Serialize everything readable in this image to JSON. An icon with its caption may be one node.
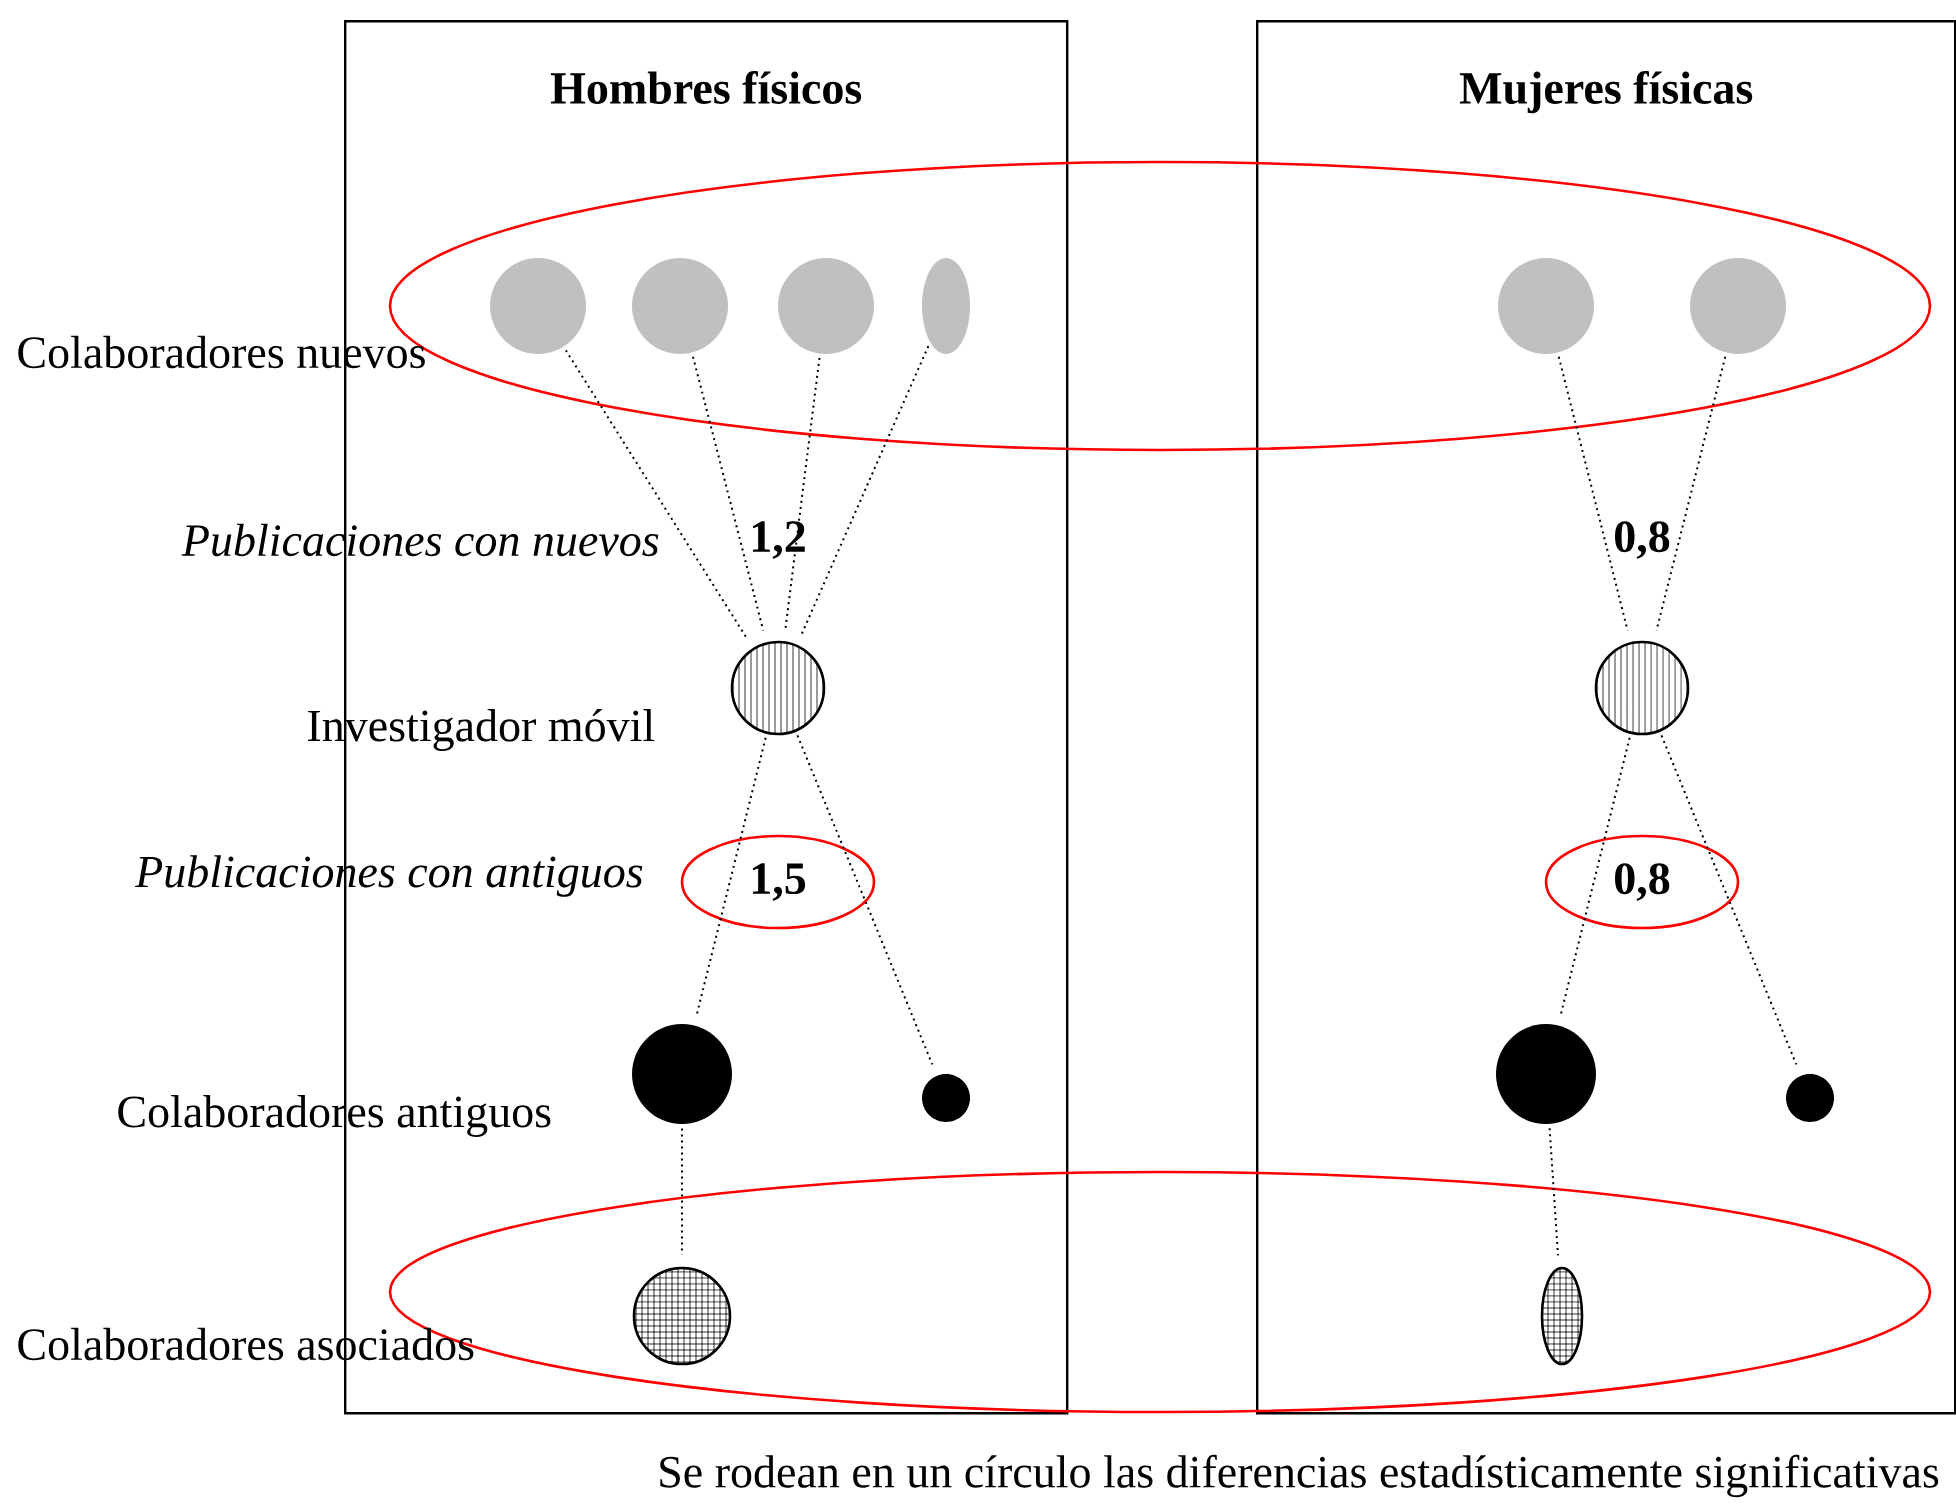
{
  "diagram": {
    "caption": "Se rodean en un círculo las diferencias estadísticamente significativas",
    "nodes": [
      {
        "text": [
          "Hombres físicos"
        ]
      },
      {
        "text": [
          "Mujeres físicas"
        ]
      },
      {
        "text": [],
        "shape": "circle",
        "in": 0
      },
      {
        "text": [],
        "shape": "circle",
        "in": 0
      },
      {
        "text": [],
        "shape": "circle",
        "in": 0
      },
      {
        "text": [],
        "shape": "circle",
        "in": 0
      },
      {
        "text": [],
        "shape": "circle",
        "in": 1
      },
      {
        "text": [],
        "shape": "circle",
        "in": 1
      },
      {
        "text": [],
        "shape": "circle",
        "in": 0
      },
      {
        "text": [],
        "shape": "circle",
        "in": 1
      },
      {
        "text": [],
        "shape": "circle",
        "in": 0
      },
      {
        "text": [],
        "shape": "circle",
        "in": 0
      },
      {
        "text": [],
        "shape": "circle",
        "in": 1
      },
      {
        "text": [],
        "shape": "circle",
        "in": 1
      },
      {
        "text": [],
        "shape": "circle",
        "in": 0
      },
      {
        "text": [],
        "shape": "circle",
        "in": 1
      }
    ],
    "edges": [
      {
        "from": 2,
        "to": 8,
        "arrow": "none"
      },
      {
        "from": 3,
        "to": 8,
        "arrow": "none"
      },
      {
        "from": 4,
        "to": 8,
        "arrow": "none"
      },
      {
        "from": 5,
        "to": 8,
        "arrow": "none"
      },
      {
        "from": 6,
        "to": 9,
        "arrow": "none"
      },
      {
        "from": 7,
        "to": 9,
        "arrow": "none"
      },
      {
        "from": 8,
        "to": 10,
        "arrow": "none"
      },
      {
        "from": 8,
        "to": 11,
        "arrow": "none"
      },
      {
        "from": 9,
        "to": 12,
        "arrow": "none"
      },
      {
        "from": 9,
        "to": 13,
        "arrow": "none"
      },
      {
        "from": 10,
        "to": 14,
        "arrow": "none"
      },
      {
        "from": 12,
        "to": 15,
        "arrow": "none"
      }
    ],
    "labels": [
      "Colaboradores nuevos",
      "Publicaciones con nuevos",
      "1,2",
      "0,8",
      "Investigador móvil",
      "Publicaciones con antiguos",
      "1,5",
      "0,8",
      "Colaboradores antiguos",
      "Colaboradores asociados"
    ]
  }
}
